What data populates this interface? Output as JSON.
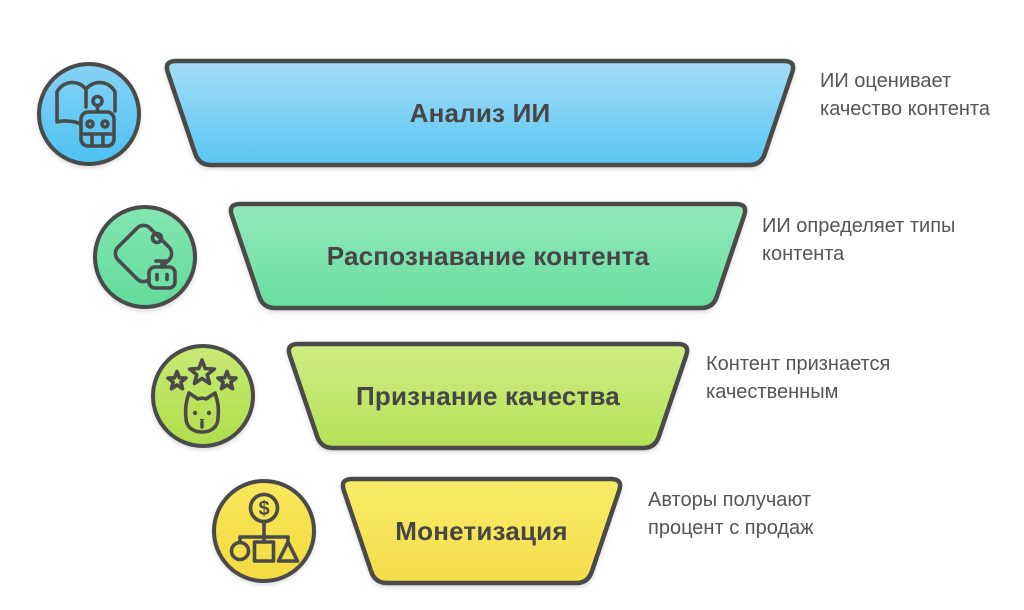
{
  "theme": {
    "background": "#ffffff",
    "line_color": "#4a4a4a",
    "label_color": "#464646",
    "desc_color": "#555555"
  },
  "stages": [
    {
      "label": "Анализ ИИ",
      "description": "ИИ оценивает качество контента",
      "desc_lines": [
        "ИИ оценивает",
        "качество контента"
      ],
      "icon": "book-robot-icon",
      "shape_top": "#a6dcf7",
      "shape_bottom": "#58c6f2",
      "circle_top": "#86d2f5",
      "circle_bottom": "#4cc2f1",
      "icon_fill": "#5cc8f3"
    },
    {
      "label": "Распознавание контента",
      "description": "ИИ определяет типы контента",
      "desc_lines": [
        "ИИ определяет типы",
        "контента"
      ],
      "icon": "tag-robot-icon",
      "shape_top": "#93eabb",
      "shape_bottom": "#69dd9e",
      "circle_top": "#83e6b1",
      "circle_bottom": "#62db9a",
      "icon_fill": "#6fe0a4"
    },
    {
      "label": "Признание качества",
      "description": "Контент признается качественным",
      "desc_lines": [
        "Контент признается",
        "качественным"
      ],
      "icon": "stars-cat-icon",
      "shape_top": "#cfed83",
      "shape_bottom": "#b5e158",
      "circle_top": "#c8ea74",
      "circle_bottom": "#aedd4c",
      "icon_fill": "#bfe765"
    },
    {
      "label": "Монетизация",
      "description": "Авторы получают процент с продаж",
      "desc_lines": [
        "Авторы получают",
        "процент с продаж"
      ],
      "icon": "money-flowchart-icon",
      "shape_top": "#f9eb69",
      "shape_bottom": "#f5dd4a",
      "circle_top": "#f8e85c",
      "circle_bottom": "#f3da3e",
      "icon_fill": "#f6e350"
    }
  ]
}
